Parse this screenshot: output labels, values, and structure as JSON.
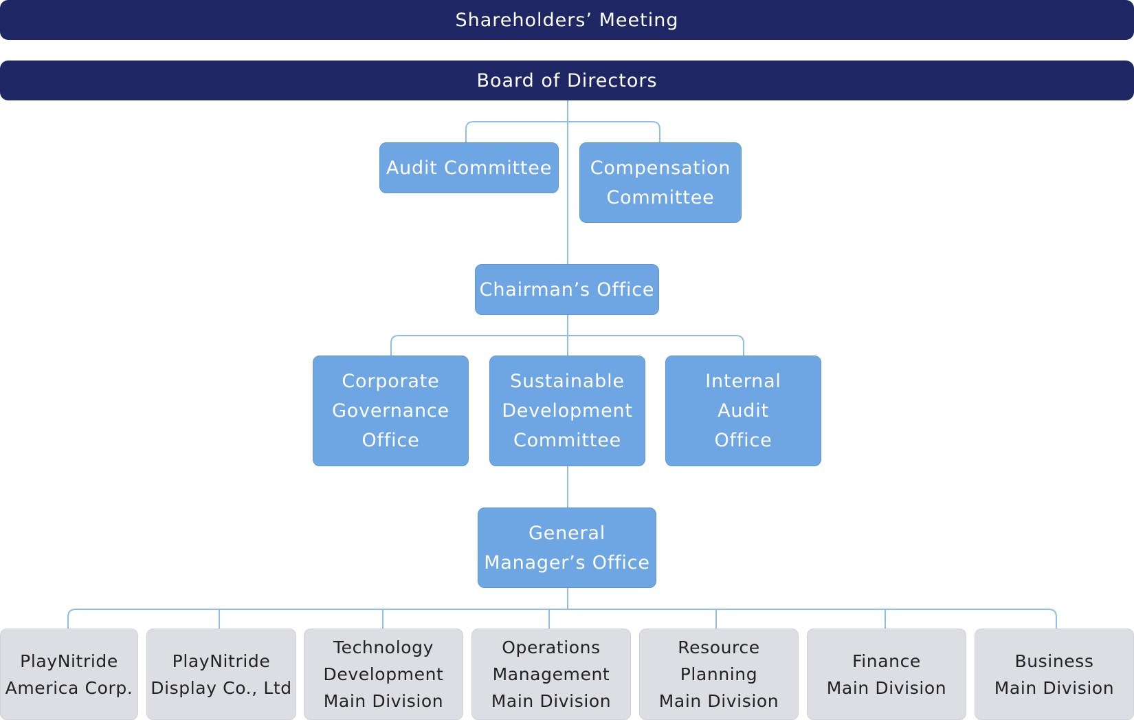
{
  "shareholders": "Shareholders’ Meeting",
  "board": "Board of Directors",
  "committees": {
    "audit": "Audit Committee",
    "compensation": "Compensation\nCommittee"
  },
  "chairman": "Chairman’s Office",
  "offices": {
    "governance": "Corporate\nGovernance\nOffice",
    "sustainable": "Sustainable\nDevelopment\nCommittee",
    "internal_audit": "Internal\nAudit\nOffice"
  },
  "general_manager": "General\nManager’s Office",
  "divisions": [
    "PlayNitride\nAmerica Corp.",
    "PlayNitride\nDisplay Co., Ltd",
    "Technology\nDevelopment\nMain Division",
    "Operations\nManagement\nMain Division",
    "Resource\nPlanning\nMain Division",
    "Finance\nMain Division",
    "Business\nMain Division"
  ],
  "colors": {
    "dark_bar": "#1e2664",
    "blue_box": "#6ea6e3",
    "grey_box": "#dddee3",
    "connector": "#8fbde9"
  }
}
